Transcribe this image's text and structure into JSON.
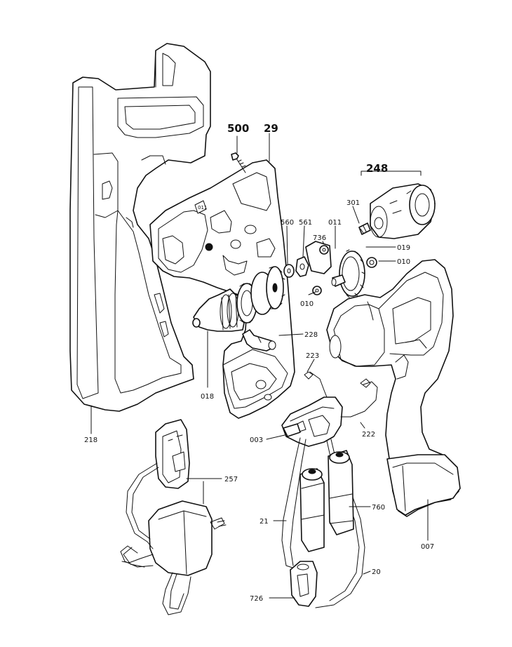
{
  "labels": {
    "l500": "500",
    "l29": "29",
    "l248": "248",
    "l301": "301",
    "l560": "560",
    "l561": "561",
    "l011": "011",
    "l736": "736",
    "l019": "019",
    "l010a": "010",
    "l010b": "010",
    "l228": "228",
    "l223": "223",
    "l018": "018",
    "l218": "218",
    "l003": "003",
    "l222": "222",
    "l257": "257",
    "l760": "760",
    "l21": "21",
    "l007": "007",
    "l20": "20",
    "l726": "726",
    "l011s": "011"
  }
}
